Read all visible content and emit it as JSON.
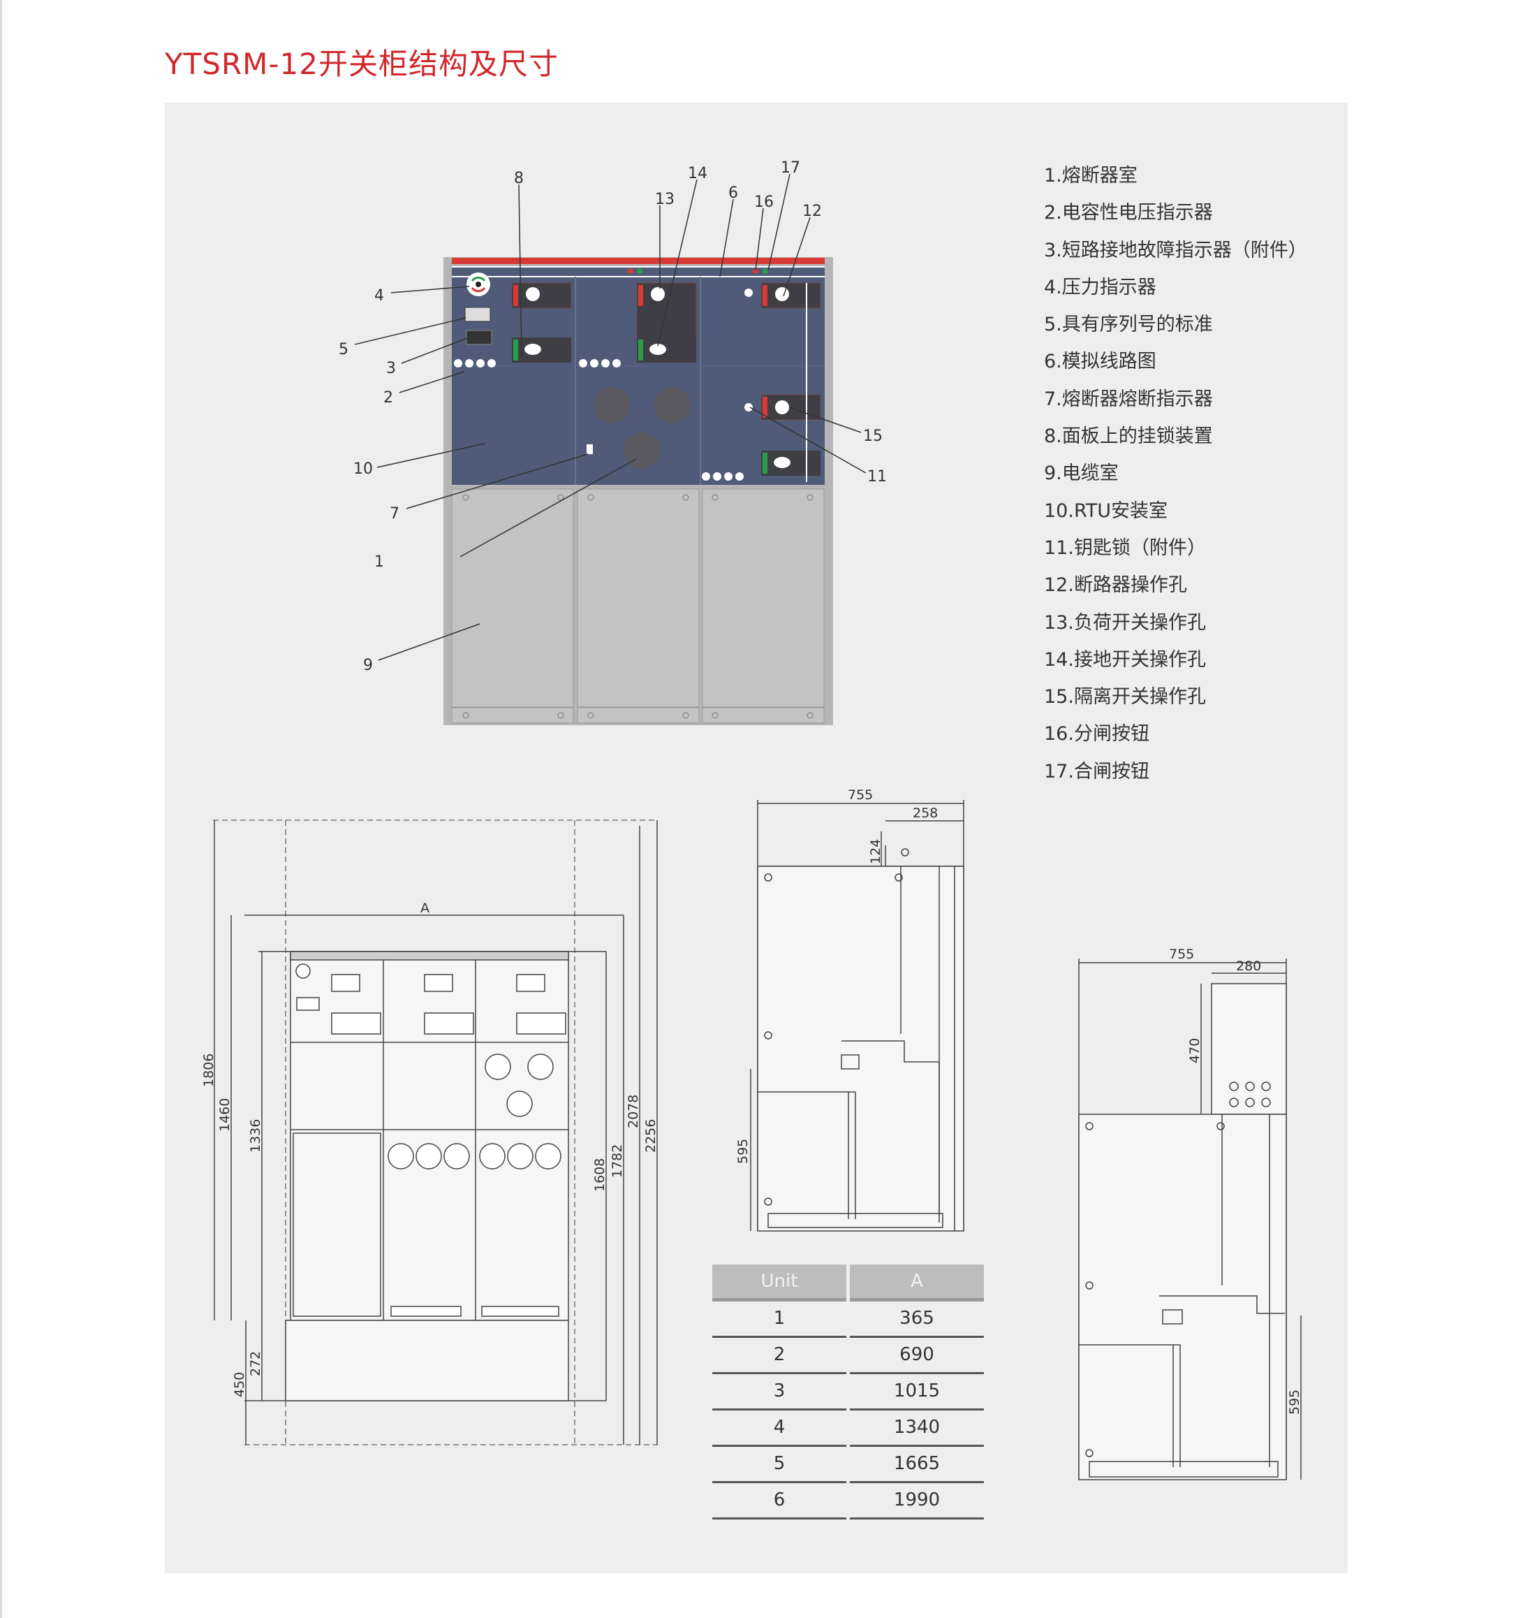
{
  "title": "YTSRM-12开关柜结构及尺寸",
  "legend": [
    "1.熔断器室",
    "2.电容性电压指示器",
    "3.短路接地故障指示器（附件）",
    "4.压力指示器",
    "5.具有序列号的标准",
    "6.模拟线路图",
    "7.熔断器熔断指示器",
    "8.面板上的挂锁装置",
    "9.电缆室",
    "10.RTU安装室",
    "11.钥匙锁（附件）",
    "12.断路器操作孔",
    "13.负荷开关操作孔",
    "14.接地开关操作孔",
    "15.隔离开关操作孔",
    "16.分闸按钮",
    "17.合闸按钮"
  ],
  "callouts": [
    "1",
    "2",
    "3",
    "4",
    "5",
    "6",
    "7",
    "8",
    "9",
    "10",
    "11",
    "12",
    "13",
    "14",
    "15",
    "16",
    "17"
  ],
  "front_dims": {
    "A": "A",
    "d1806": "1806",
    "d1460": "1460",
    "d1336": "1336",
    "d450": "450",
    "d272": "272",
    "d2256": "2256",
    "d2078": "2078",
    "d1782": "1782",
    "d1608": "1608"
  },
  "side1_dims": {
    "w": "755",
    "t": "258",
    "h124": "124",
    "h595": "595"
  },
  "side2_dims": {
    "w": "755",
    "t": "280",
    "h470": "470",
    "h595": "595"
  },
  "table": {
    "headers": [
      "Unit",
      "A"
    ],
    "rows": [
      [
        "1",
        "365"
      ],
      [
        "2",
        "690"
      ],
      [
        "3",
        "1015"
      ],
      [
        "4",
        "1340"
      ],
      [
        "5",
        "1665"
      ],
      [
        "6",
        "1990"
      ]
    ]
  },
  "colors": {
    "title": "#d2262b",
    "panel_blue": "#4f5b78",
    "stripe_red": "#d93a33",
    "door_gray": "#c3c3c3"
  }
}
